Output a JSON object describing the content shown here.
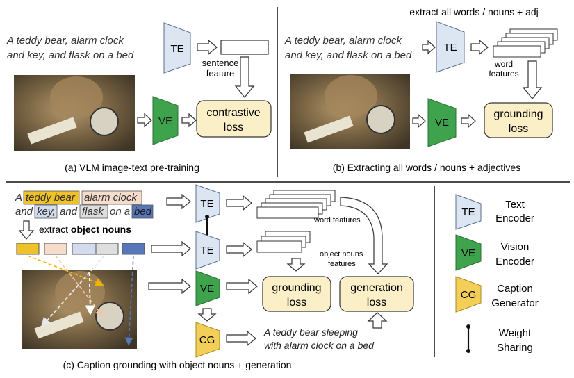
{
  "panel_a": {
    "caption_line1": "A teddy bear, alarm clock",
    "caption_line2": "and key, and flask on a bed",
    "te_label": "TE",
    "ve_label": "VE",
    "sentence_feature_line1": "sentence",
    "sentence_feature_line2": "feature",
    "loss_line1": "contrastive",
    "loss_line2": "loss",
    "title": "(a) VLM image-text pre-training"
  },
  "panel_b": {
    "top_note": "extract all words / nouns + adj",
    "caption_line1": "A teddy bear, alarm clock",
    "caption_line2": "and key, and flask on a bed",
    "te_label": "TE",
    "ve_label": "VE",
    "word_features_line1": "word",
    "word_features_line2": "features",
    "loss_line1": "grounding",
    "loss_line2": "loss",
    "title": "(b) Extracting all words / nouns + adjectives"
  },
  "panel_c": {
    "cap1_w1": "A",
    "cap1_teddy": "teddy bear",
    "cap1_alarm": "alarm clock",
    "cap2_and": "and",
    "cap2_key": "key,",
    "cap2_and2": "and",
    "cap2_flask": "flask",
    "cap2_on": "on a",
    "cap2_bed": "bed",
    "extract_prefix": "extract ",
    "extract_bold": "object nouns",
    "te_label": "TE",
    "ve_label": "VE",
    "cg_label": "CG",
    "word_features": "word features",
    "object_nouns_line1": "object nouns",
    "object_nouns_line2": "features",
    "grounding_line1": "grounding",
    "grounding_line2": "loss",
    "generation_line1": "generation",
    "generation_line2": "loss",
    "gen_caption_line1": "A teddy bear sleeping",
    "gen_caption_line2": "with alarm clock on a bed",
    "title": "(c) Caption grounding with object nouns + generation"
  },
  "legend": {
    "te_label": "TE",
    "te_text1": "Text",
    "te_text2": "Encoder",
    "ve_label": "VE",
    "ve_text1": "Vision",
    "ve_text2": "Encoder",
    "cg_label": "CG",
    "cg_text1": "Caption",
    "cg_text2": "Generator",
    "ws_text1": "Weight",
    "ws_text2": "Sharing"
  },
  "colors": {
    "te_fill": "#dce6f2",
    "ve_fill": "#3fa34d",
    "cg_fill": "#f3cf5a",
    "loss_fill": "#fbefc8",
    "teddy": "#f0c22a",
    "alarm": "#f6dccb",
    "key": "#d3dcee",
    "flask": "#dedede",
    "bed": "#5877b8"
  }
}
